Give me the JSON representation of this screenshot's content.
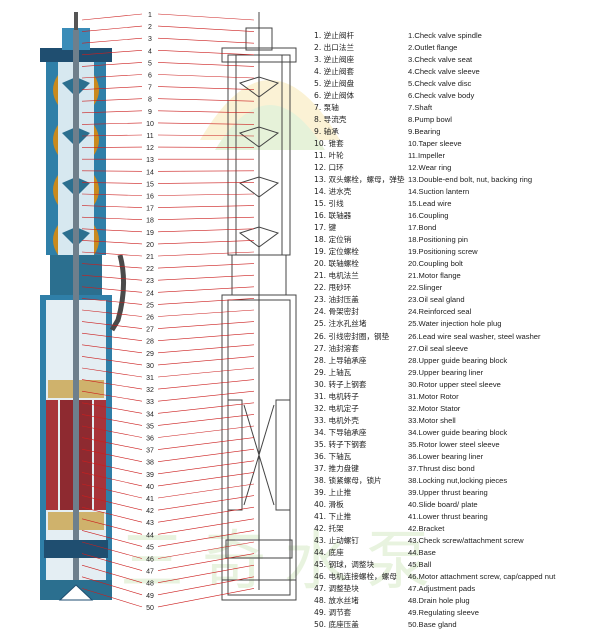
{
  "colors": {
    "leader": "#cc1e1e",
    "pump_body": "#2f7fa8",
    "pump_dark": "#1f4e70",
    "motor_stator": "#a8343a",
    "bowl_orange": "#c98a1e",
    "lead_wire": "#4a4a4a",
    "outline": "#444444"
  },
  "watermark": "三奇水泵",
  "parts": [
    {
      "num": "1",
      "cn": "逆止阀杆",
      "en": "Check valve spindle"
    },
    {
      "num": "2",
      "cn": "出口法兰",
      "en": "Outlet flange"
    },
    {
      "num": "3",
      "cn": "逆止阀座",
      "en": "Check valve seat"
    },
    {
      "num": "4",
      "cn": "逆止阀套",
      "en": "Check valve sleeve"
    },
    {
      "num": "5",
      "cn": "逆止阀盘",
      "en": "Check valve disc"
    },
    {
      "num": "6",
      "cn": "逆止阀体",
      "en": "Check valve body"
    },
    {
      "num": "7",
      "cn": "泵轴",
      "en": "Shaft"
    },
    {
      "num": "8",
      "cn": "导流壳",
      "en": "Pump bowl"
    },
    {
      "num": "9",
      "cn": "轴承",
      "en": "Bearing"
    },
    {
      "num": "10",
      "cn": "锥套",
      "en": "Taper sleeve"
    },
    {
      "num": "11",
      "cn": "叶轮",
      "en": "Impeller"
    },
    {
      "num": "12",
      "cn": "口环",
      "en": "Wear ring"
    },
    {
      "num": "13",
      "cn": "双头螺栓，螺母，弹垫",
      "en": "Double-end bolt, nut, backing ring"
    },
    {
      "num": "14",
      "cn": "进水壳",
      "en": "Suction lantern"
    },
    {
      "num": "15",
      "cn": "引线",
      "en": "Lead wire"
    },
    {
      "num": "16",
      "cn": "联轴器",
      "en": "Coupling"
    },
    {
      "num": "17",
      "cn": "键",
      "en": "Bond"
    },
    {
      "num": "18",
      "cn": "定位销",
      "en": "Positioning pin"
    },
    {
      "num": "19",
      "cn": "定位螺栓",
      "en": "Positioning screw"
    },
    {
      "num": "20",
      "cn": "联轴螺栓",
      "en": "Coupling bolt"
    },
    {
      "num": "21",
      "cn": "电机法兰",
      "en": "Motor flange"
    },
    {
      "num": "22",
      "cn": "甩砂环",
      "en": "Slinger"
    },
    {
      "num": "23",
      "cn": "油封压盖",
      "en": "Oil seal gland"
    },
    {
      "num": "24",
      "cn": "骨架密封",
      "en": "Reinforced seal"
    },
    {
      "num": "25",
      "cn": "注水孔丝堵",
      "en": "Water injection hole plug"
    },
    {
      "num": "26",
      "cn": "引线密封圈，钢垫",
      "en": "Lead wire seal washer, steel washer"
    },
    {
      "num": "27",
      "cn": "油封溶套",
      "en": "Oil seal sleeve"
    },
    {
      "num": "28",
      "cn": "上导轴承座",
      "en": "Upper guide bearing block"
    },
    {
      "num": "29",
      "cn": "上轴瓦",
      "en": "Upper bearing liner"
    },
    {
      "num": "30",
      "cn": "转子上钢套",
      "en": "Rotor upper steel sleeve"
    },
    {
      "num": "31",
      "cn": "电机转子",
      "en": "Motor Rotor"
    },
    {
      "num": "32",
      "cn": "电机定子",
      "en": "Motor Stator"
    },
    {
      "num": "33",
      "cn": "电机外壳",
      "en": "Motor shell"
    },
    {
      "num": "34",
      "cn": "下导轴承座",
      "en": "Lower guide bearing block"
    },
    {
      "num": "35",
      "cn": "转子下钢套",
      "en": "Rotor lower steel sleeve"
    },
    {
      "num": "36",
      "cn": "下轴瓦",
      "en": "Lower bearing liner"
    },
    {
      "num": "37",
      "cn": "推力盘键",
      "en": "Thrust disc bond"
    },
    {
      "num": "38",
      "cn": "锁紧螺母，锁片",
      "en": "Locking nut,locking pieces"
    },
    {
      "num": "39",
      "cn": "上止推",
      "en": "Upper thrust bearing"
    },
    {
      "num": "40",
      "cn": "滑板",
      "en": "Slide board/ plate"
    },
    {
      "num": "41",
      "cn": "下止推",
      "en": "Lower thrust bearing"
    },
    {
      "num": "42",
      "cn": "托架",
      "en": "Bracket"
    },
    {
      "num": "43",
      "cn": "止动螺钉",
      "en": "Check screw/attachment screw"
    },
    {
      "num": "44",
      "cn": "底座",
      "en": "Base"
    },
    {
      "num": "45",
      "cn": "钢球，调整块",
      "en": "Ball"
    },
    {
      "num": "46",
      "cn": "电机连接螺栓，螺母",
      "en": "Motor attachment screw, cap/capped nut"
    },
    {
      "num": "47",
      "cn": "调整垫块",
      "en": "Adjustment pads"
    },
    {
      "num": "48",
      "cn": "放水丝堵",
      "en": "Drain hole plug"
    },
    {
      "num": "49",
      "cn": "调节套",
      "en": "Regulating sleeve"
    },
    {
      "num": "50",
      "cn": "底座压盖",
      "en": "Base gland"
    }
  ]
}
